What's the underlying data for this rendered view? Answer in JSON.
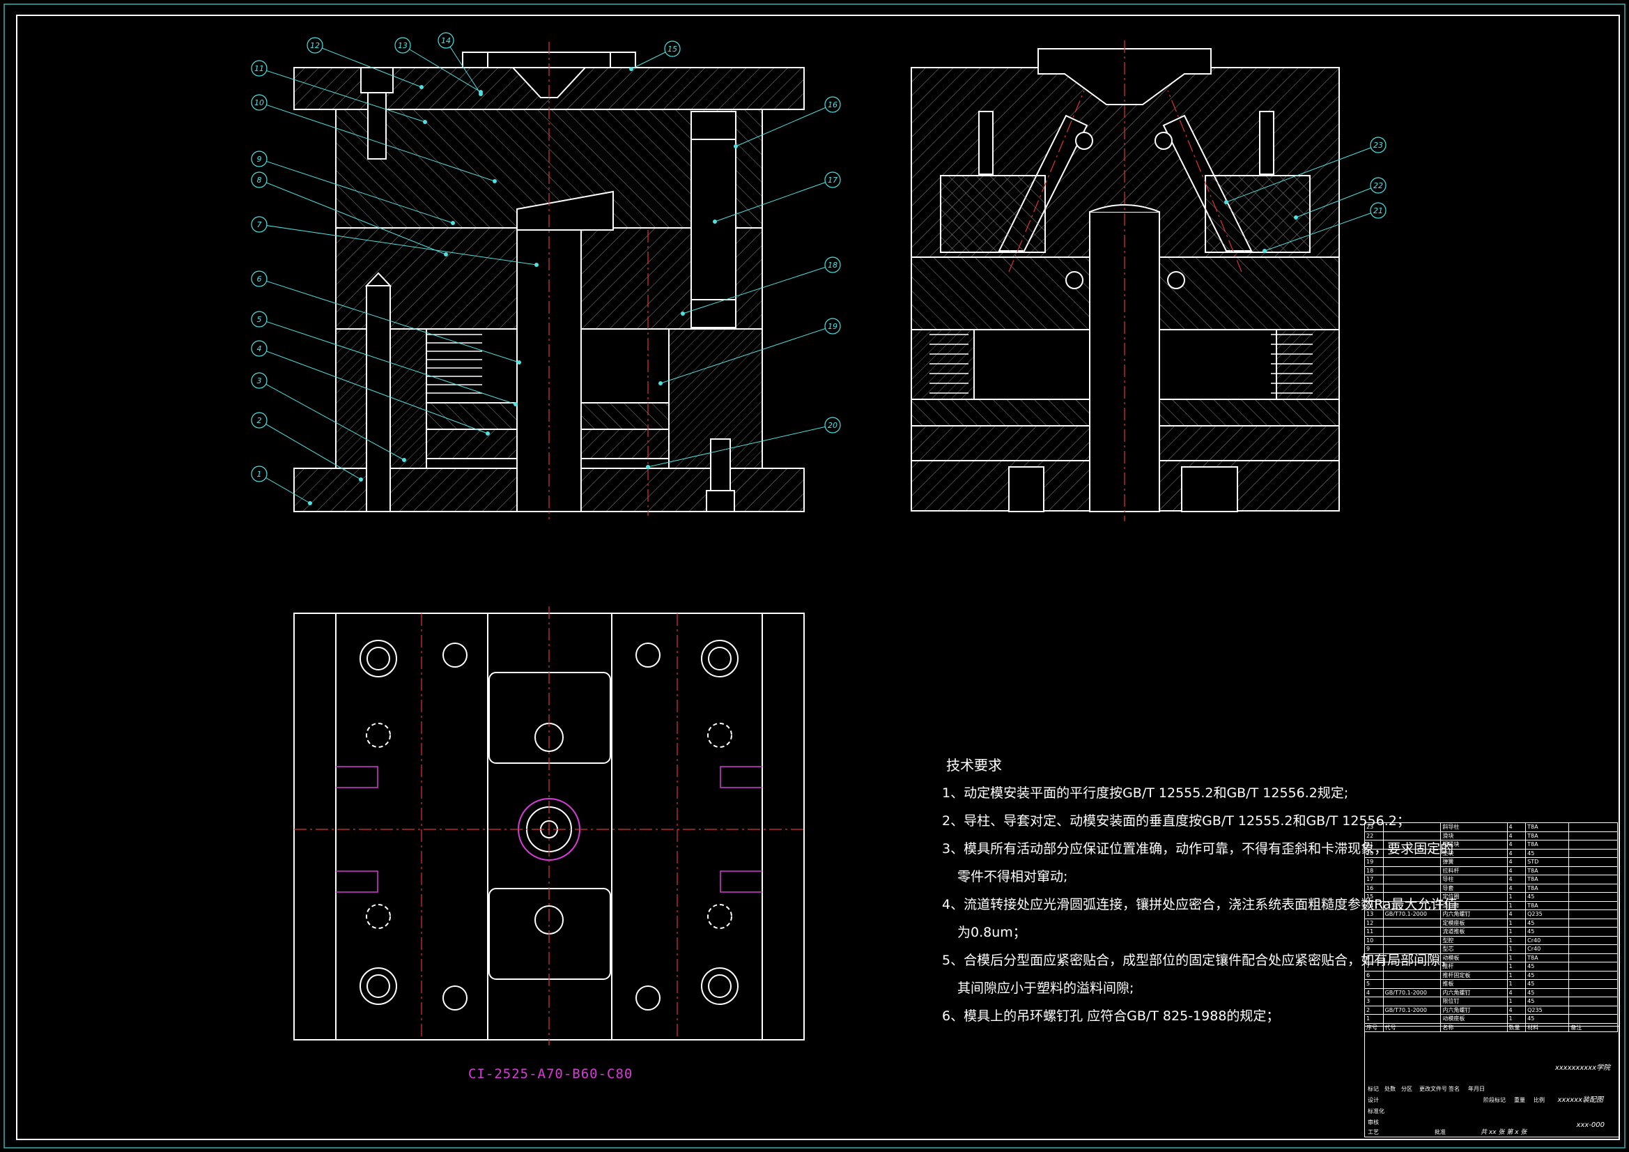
{
  "balloons": [
    "1",
    "2",
    "3",
    "4",
    "5",
    "6",
    "7",
    "8",
    "9",
    "10",
    "11",
    "12",
    "13",
    "14",
    "15",
    "16",
    "17",
    "18",
    "19",
    "20",
    "21",
    "22",
    "23"
  ],
  "tech_requirements": {
    "title": "技术要求",
    "items": [
      "1、动定模安装平面的平行度按GB/T 12555.2和GB/T 12556.2规定;",
      "2、导柱、导套对定、动模安装面的垂直度按GB/T 12555.2和GB/T 12556.2；",
      "3、模具所有活动部分应保证位置准确，动作可靠，不得有歪斜和卡滞现象，要求固定的",
      "零件不得相对窜动;",
      "4、流道转接处应光滑圆弧连接，镶拼处应密合，浇注系统表面粗糙度参数Ra最大允许值",
      "为0.8um；",
      "5、合模后分型面应紧密贴合，成型部位的固定镶件配合处应紧密贴合，如有局部间隙，",
      "其间隙应小于塑料的溢料间隙;",
      "6、模具上的吊环螺钉孔 应符合GB/T 825-1988的规定；"
    ]
  },
  "part_code": "CI-2525-A70-B60-C80",
  "bom": {
    "rows": [
      [
        "23",
        "",
        "斜导柱",
        "4",
        "T8A",
        ""
      ],
      [
        "22",
        "",
        "滑块",
        "4",
        "T8A",
        ""
      ],
      [
        "21",
        "",
        "楔紧块",
        "4",
        "T8A",
        ""
      ],
      [
        "20",
        "",
        "垫块",
        "4",
        "45",
        ""
      ],
      [
        "19",
        "",
        "弹簧",
        "4",
        "STD",
        ""
      ],
      [
        "18",
        "",
        "拉料杆",
        "4",
        "T8A",
        ""
      ],
      [
        "17",
        "",
        "导柱",
        "4",
        "T8A",
        ""
      ],
      [
        "16",
        "",
        "导套",
        "4",
        "T8A",
        ""
      ],
      [
        "15",
        "",
        "定位圈",
        "1",
        "45",
        ""
      ],
      [
        "14",
        "",
        "浇口套",
        "1",
        "T8A",
        ""
      ],
      [
        "13",
        "GB/T70.1-2000",
        "内六角螺钉",
        "4",
        "Q235",
        ""
      ],
      [
        "12",
        "",
        "定模座板",
        "1",
        "45",
        ""
      ],
      [
        "11",
        "",
        "流道推板",
        "1",
        "45",
        ""
      ],
      [
        "10",
        "",
        "型腔",
        "1",
        "Cr40",
        ""
      ],
      [
        "9",
        "",
        "型芯",
        "1",
        "Cr40",
        ""
      ],
      [
        "8",
        "",
        "动模板",
        "1",
        "T8A",
        ""
      ],
      [
        "7",
        "",
        "推杆",
        "1",
        "45",
        ""
      ],
      [
        "6",
        "",
        "推杆固定板",
        "1",
        "45",
        ""
      ],
      [
        "5",
        "",
        "推板",
        "1",
        "45",
        ""
      ],
      [
        "4",
        "GB/T70.1-2000",
        "内六角螺钉",
        "4",
        "45",
        ""
      ],
      [
        "3",
        "",
        "限位钉",
        "1",
        "45",
        ""
      ],
      [
        "2",
        "GB/T70.1-2000",
        "内六角螺钉",
        "4",
        "Q235",
        ""
      ],
      [
        "1",
        "",
        "动模座板",
        "1",
        "45",
        ""
      ]
    ],
    "header": [
      "序号",
      "代号",
      "名称",
      "数量",
      "材料",
      "备注"
    ]
  },
  "title_block": {
    "school": "xxxxxxxxxx学院",
    "drawing_name": "xxxxxx装配图",
    "drawing_code": "xxx-000",
    "sheet": "共 xx 张  第 x 张",
    "labels": [
      "标记",
      "处数",
      "分区",
      "更改文件号",
      "签名",
      "年月日",
      "设计",
      "标准化",
      "阶段标记",
      "重量",
      "比例",
      "审核",
      "工艺",
      "批准"
    ]
  }
}
